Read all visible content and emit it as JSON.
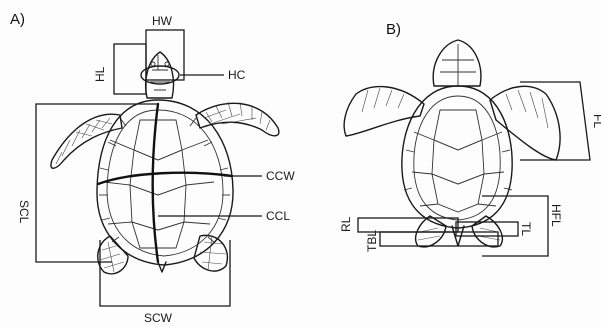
{
  "panels": {
    "a": "A)",
    "b": "B)"
  },
  "labels_a": {
    "hw": "HW",
    "hl": "HL",
    "hc": "HC",
    "ccw": "CCW",
    "ccl": "CCL",
    "scl": "SCL",
    "scw": "SCW"
  },
  "labels_b": {
    "fl": "FL",
    "rl": "RL",
    "tl": "TL",
    "tbl": "TBL",
    "hfl": "HFL"
  },
  "colors": {
    "ink": "#1a1a1a",
    "paper": "#fdfdfd"
  }
}
